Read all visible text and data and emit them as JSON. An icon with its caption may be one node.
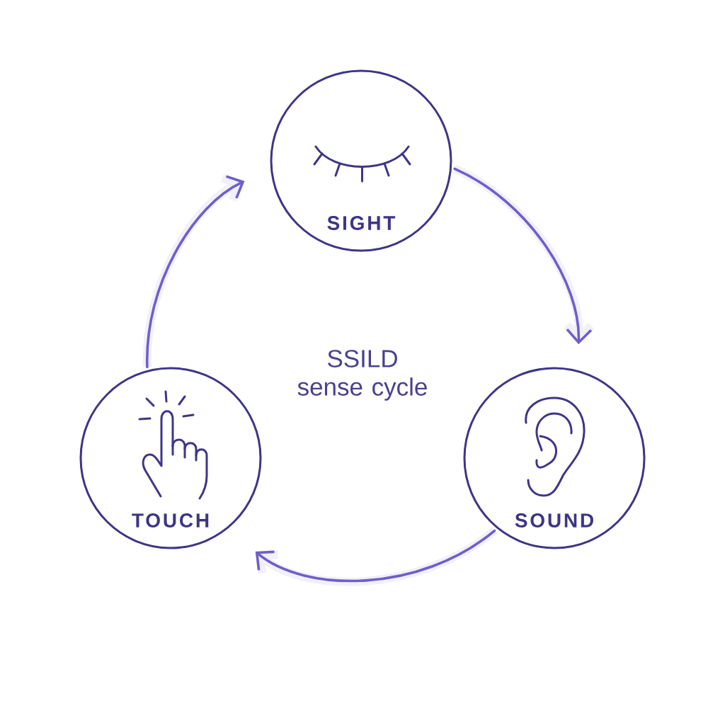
{
  "diagram": {
    "nodes": [
      {
        "text": [
          "SIGHT"
        ]
      },
      {
        "text": [
          "TOUCH"
        ]
      },
      {
        "text": [
          "SOUND"
        ]
      }
    ],
    "edges": [
      {
        "from": 0,
        "to": 2,
        "arrow": "to"
      },
      {
        "from": 2,
        "to": 1,
        "arrow": "to"
      },
      {
        "from": 1,
        "to": 0,
        "arrow": "to"
      }
    ],
    "labels": [
      "SSILD sense cycle"
    ]
  }
}
